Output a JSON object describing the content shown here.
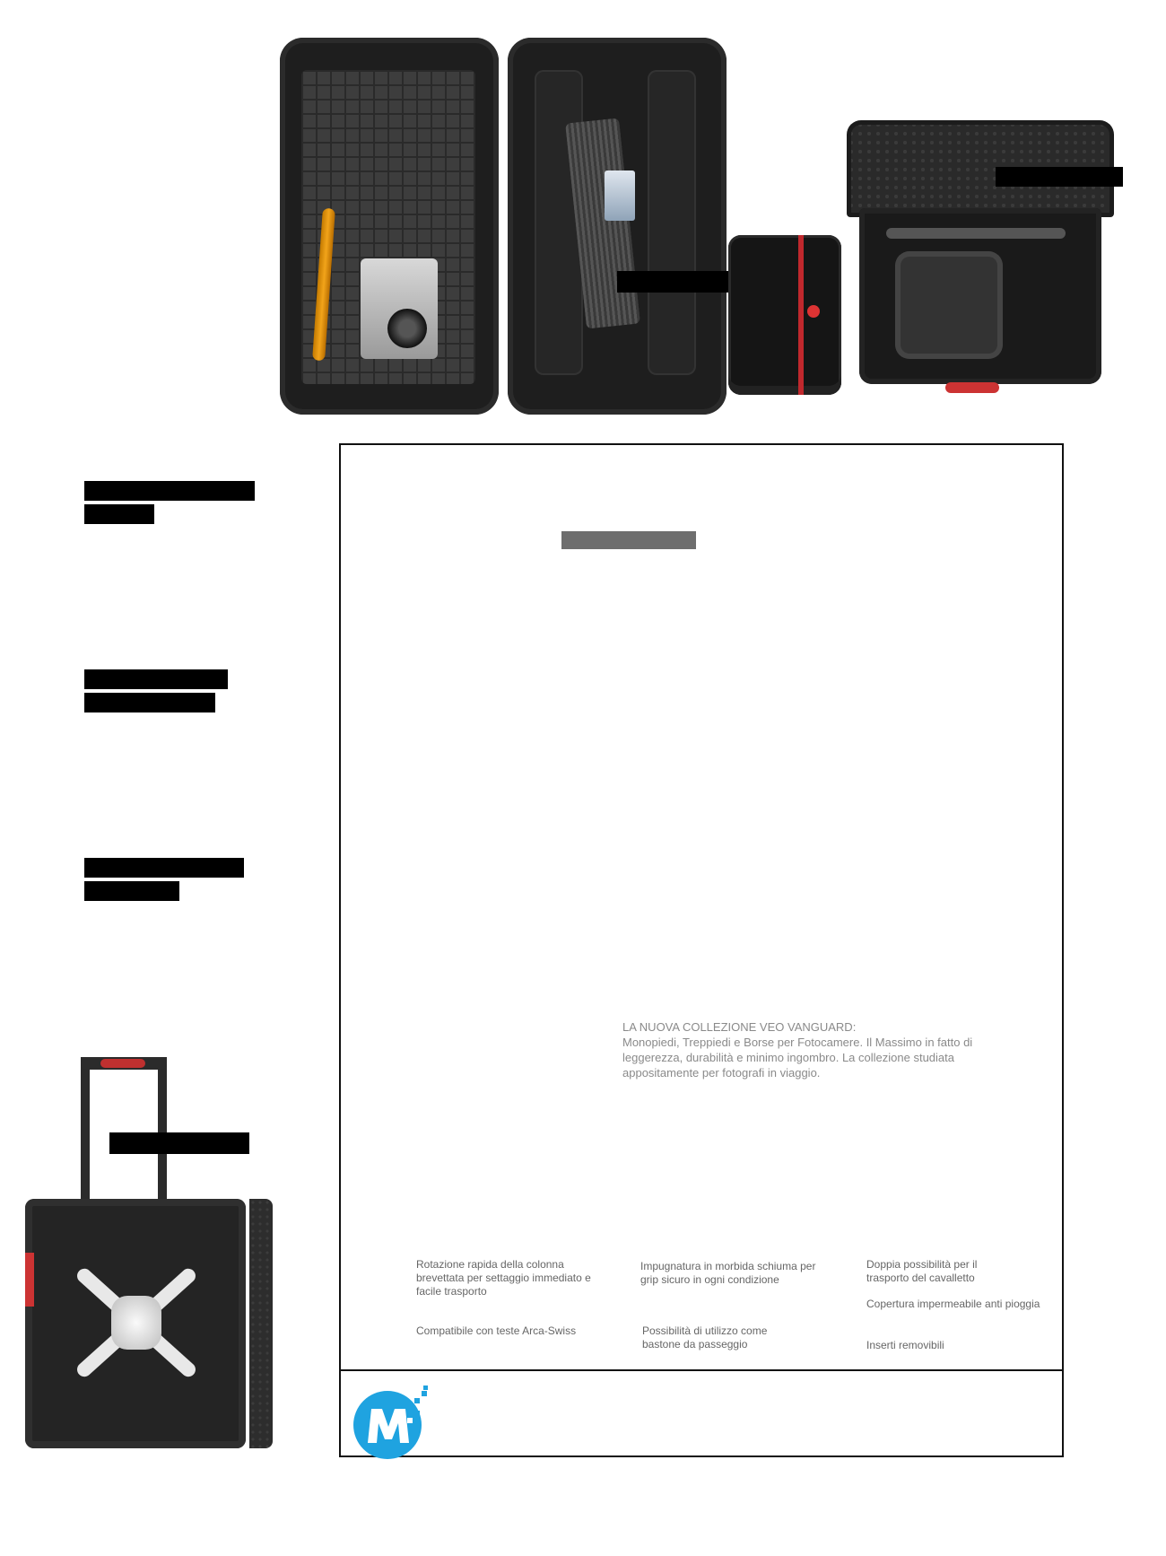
{
  "promo": {
    "heading": "LA NUOVA COLLEZIONE VEO VANGUARD:",
    "body": "Monopiedi, Treppiedi e Borse per Fotocamere. Il Massimo in fatto di leggerezza, durabilità e minimo ingombro. La collezione studiata appositamente per fotografi in viaggio."
  },
  "features": {
    "col1": [
      "Rotazione rapida della colonna brevettata per settaggio immediato e facile trasporto",
      "Compatibile con teste Arca-Swiss"
    ],
    "col2": [
      "Impugnatura in morbida schiuma per grip sicuro in ogni condizione",
      "Possibilità di utilizzo come bastone da passeggio"
    ],
    "col3": [
      "Doppia possibilità per il trasporto del cavalletto",
      "Copertura impermeabile anti pioggia",
      "Inserti removibili"
    ]
  },
  "colors": {
    "logo_blue": "#1fa3e0",
    "logo_white": "#ffffff",
    "gray_bar": "#6e6e6e",
    "text_gray": "#8a8a8a"
  },
  "icons": {
    "brand_logo": "m-logo-icon"
  }
}
